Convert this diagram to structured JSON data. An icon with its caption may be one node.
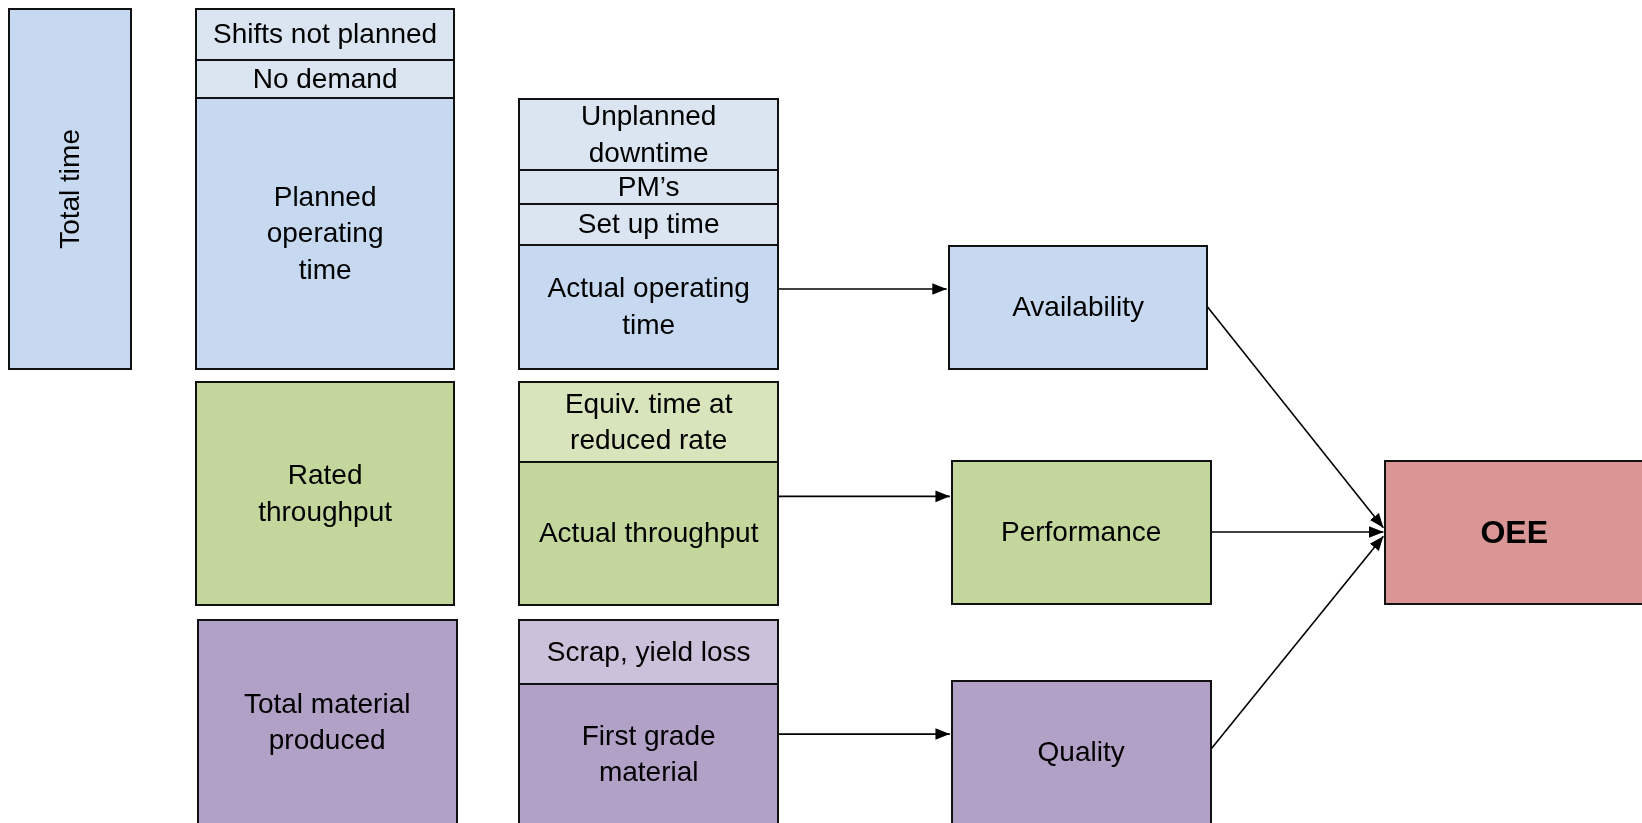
{
  "diagram": {
    "nodes": [
      {
        "text": [
          "Total time"
        ]
      },
      {
        "text": [
          "Shifts not planned"
        ]
      },
      {
        "text": [
          "No demand"
        ]
      },
      {
        "text": [
          "Planned operating time"
        ]
      },
      {
        "text": [
          "Unplanned downtime"
        ]
      },
      {
        "text": [
          "PM’s"
        ]
      },
      {
        "text": [
          "Set up time"
        ]
      },
      {
        "text": [
          "Actual operating time"
        ]
      },
      {
        "text": [
          "Availability"
        ]
      },
      {
        "text": [
          "Rated throughput"
        ]
      },
      {
        "text": [
          "Equiv. time at reduced rate"
        ]
      },
      {
        "text": [
          "Actual throughput"
        ]
      },
      {
        "text": [
          "Performance"
        ]
      },
      {
        "text": [
          "OEE"
        ]
      },
      {
        "text": [
          "Total material produced"
        ]
      },
      {
        "text": [
          "Scrap, yield loss"
        ]
      },
      {
        "text": [
          "First grade material"
        ]
      },
      {
        "text": [
          "Quality"
        ]
      }
    ],
    "edges": [
      {
        "from": 7,
        "to": 8,
        "arrow": "to"
      },
      {
        "from": 11,
        "to": 12,
        "arrow": "to"
      },
      {
        "from": 16,
        "to": 17,
        "arrow": "to"
      },
      {
        "from": 8,
        "to": 13,
        "arrow": "to"
      },
      {
        "from": 12,
        "to": 13,
        "arrow": "to"
      },
      {
        "from": 17,
        "to": 13,
        "arrow": "to"
      }
    ]
  }
}
